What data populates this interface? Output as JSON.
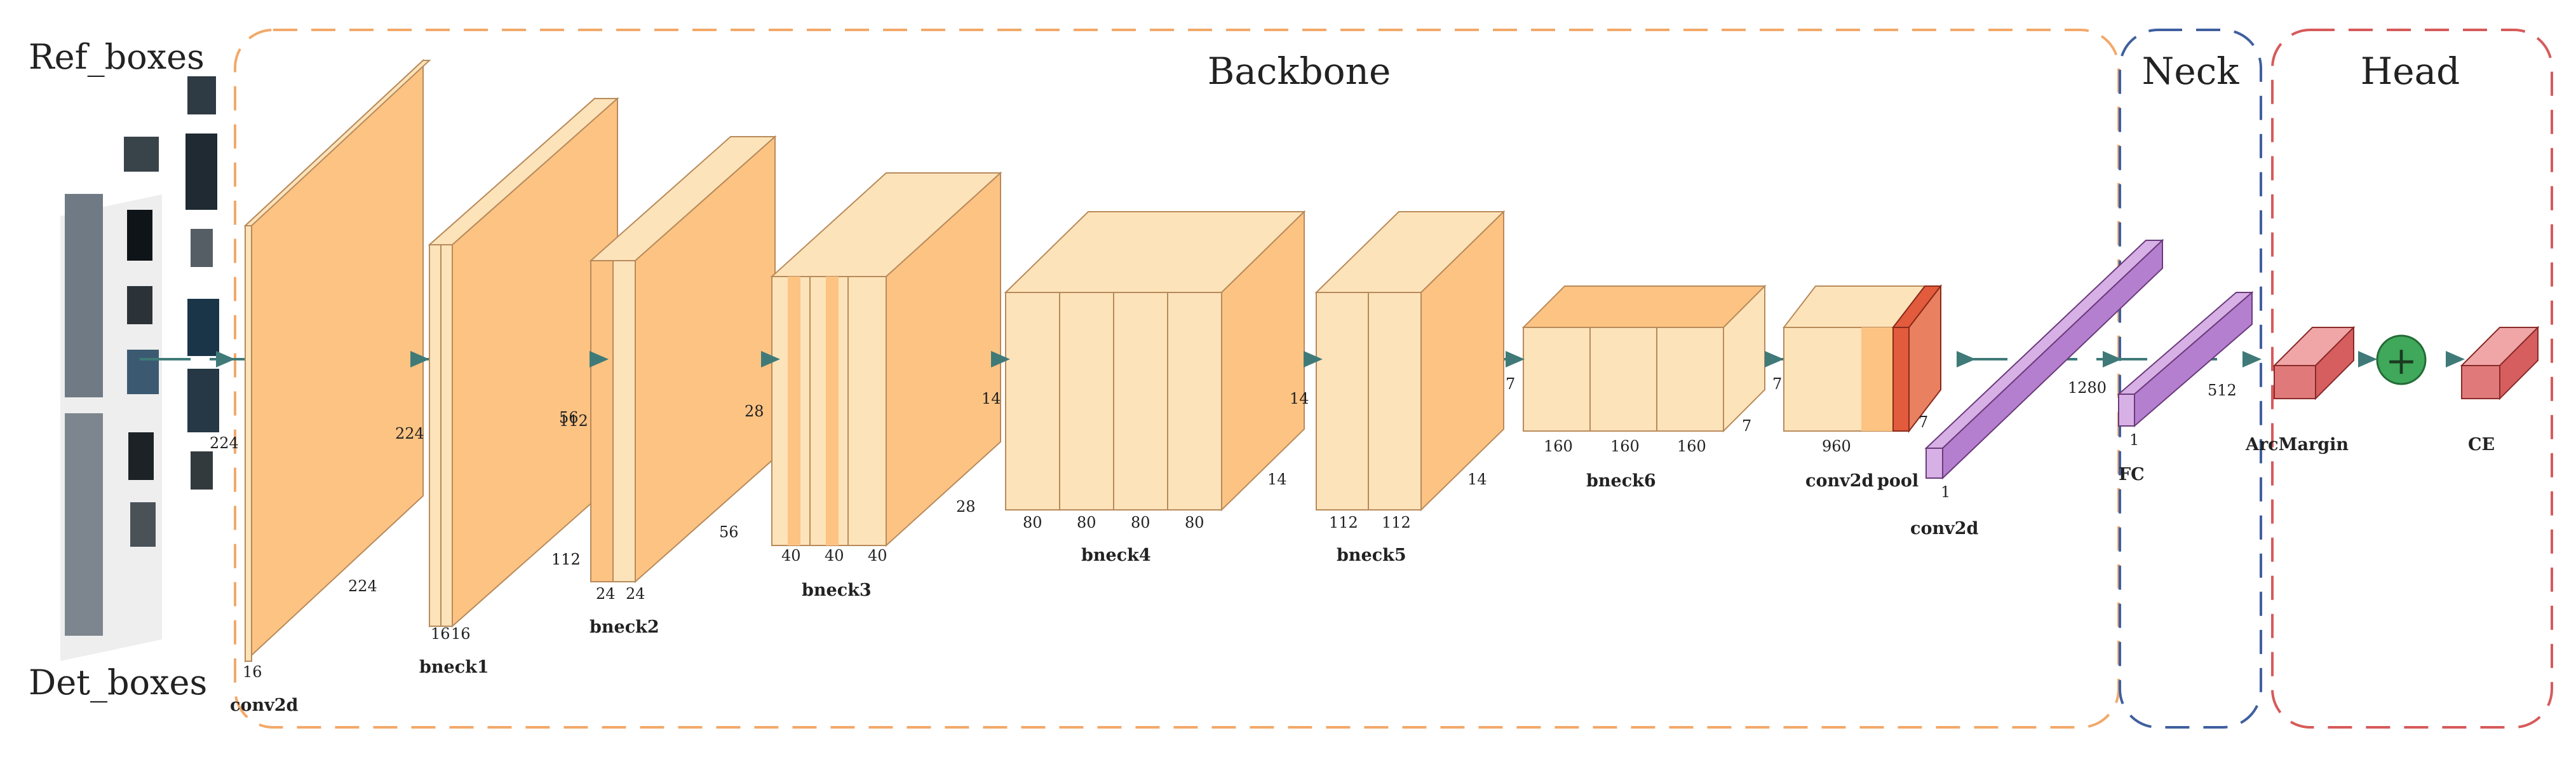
{
  "labels": {
    "ref_boxes": "Ref_boxes",
    "det_boxes": "Det_boxes",
    "input_dim": "224"
  },
  "sections": {
    "backbone": "Backbone",
    "neck": "Neck",
    "head": "Head"
  },
  "layers": {
    "conv2d_first": {
      "name": "conv2d",
      "height_dim": "224",
      "depth_dim": "224",
      "channels": "16"
    },
    "bneck1": {
      "name": "bneck1",
      "height_dim": "112",
      "depth_dim": "112",
      "channels": [
        "16",
        "16"
      ]
    },
    "bneck2": {
      "name": "bneck2",
      "height_dim": "56",
      "depth_dim": "56",
      "channels": [
        "24",
        "24"
      ]
    },
    "bneck3": {
      "name": "bneck3",
      "height_dim": "28",
      "depth_dim": "28",
      "channels": [
        "40",
        "40",
        "40"
      ]
    },
    "bneck4": {
      "name": "bneck4",
      "height_dim": "14",
      "depth_dim": "14",
      "channels": [
        "80",
        "80",
        "80",
        "80"
      ]
    },
    "bneck5": {
      "name": "bneck5",
      "height_dim": "14",
      "depth_dim": "14",
      "channels": [
        "112",
        "112"
      ]
    },
    "bneck6": {
      "name": "bneck6",
      "height_dim": "7",
      "depth_dim": "7",
      "channels": [
        "160",
        "160",
        "160"
      ]
    },
    "conv2d_last": {
      "name": "conv2d",
      "height_dim": "7",
      "channels": "960"
    },
    "pool": {
      "name": "pool",
      "dim": "7"
    },
    "conv2d_fc": {
      "name": "conv2d",
      "dim": "1280",
      "width": "1"
    },
    "fc": {
      "name": "FC",
      "dim": "512",
      "width": "1"
    },
    "arcmargin": {
      "name": "ArcMargin"
    },
    "add": {
      "symbol": "+"
    },
    "ce": {
      "name": "CE"
    }
  },
  "colors": {
    "block_light": "#fde3ba",
    "block_orange": "#fcc383",
    "block_dark_orange": "#e15b3c",
    "fc_purple": "#c896dc",
    "head_red": "#e07a7a",
    "add_green": "#3fa85a",
    "arrow": "#3f7a78",
    "backbone_border": "#f2a96a",
    "neck_border": "#3f5f9f",
    "head_border": "#d75a5a"
  }
}
